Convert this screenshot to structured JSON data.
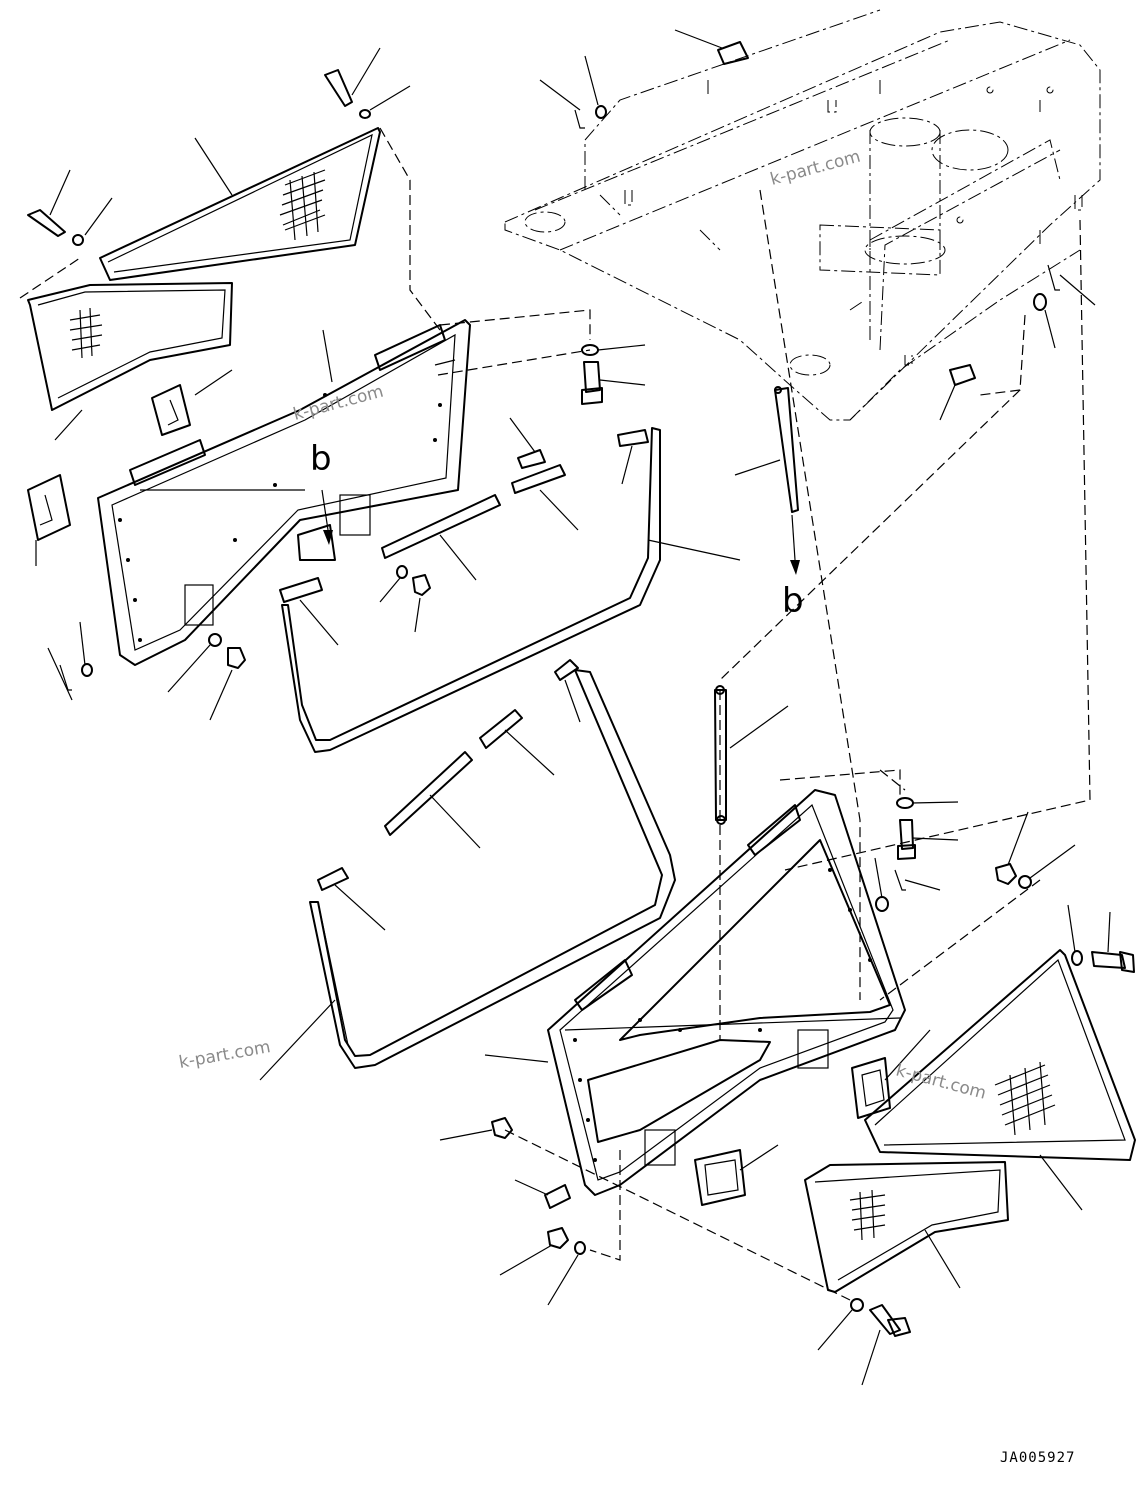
{
  "drawing": {
    "code": "JA005927",
    "callouts": [
      "b",
      "b"
    ],
    "watermarks": [
      "k-part.com",
      "k-part.com",
      "k-part.com",
      "k-part.com"
    ]
  }
}
